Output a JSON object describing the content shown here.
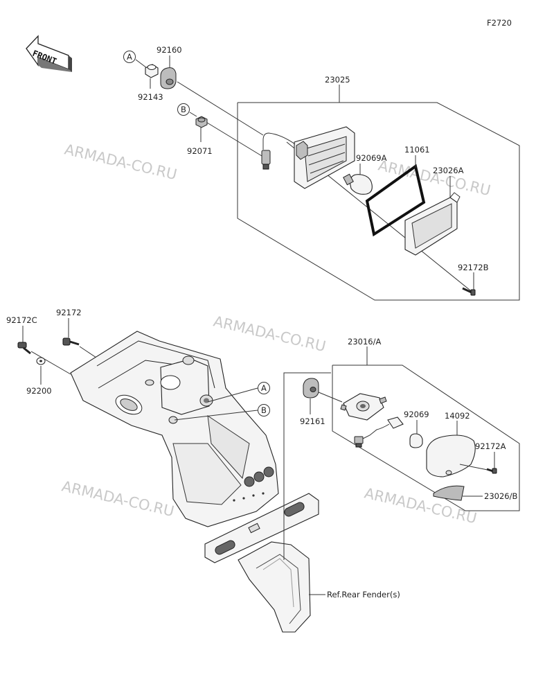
{
  "diagram_code": "F2720",
  "front_label": "FRONT",
  "callouts": {
    "a": "A",
    "b": "B"
  },
  "parts": {
    "p92160": "92160",
    "p92143": "92143",
    "p92071": "92071",
    "p23025": "23025",
    "p92069A": "92069A",
    "p11061": "11061",
    "p23026A": "23026A",
    "p92172B": "92172B",
    "p92172C": "92172C",
    "p92172": "92172",
    "p92200": "92200",
    "p23016A": "23016/A",
    "p92161": "92161",
    "p92069": "92069",
    "p14092": "14092",
    "p92172A": "92172A",
    "p23026B": "23026/B",
    "ref_fender": "Ref.Rear Fender(s)"
  },
  "watermark": "ARMADA-CO.RU"
}
